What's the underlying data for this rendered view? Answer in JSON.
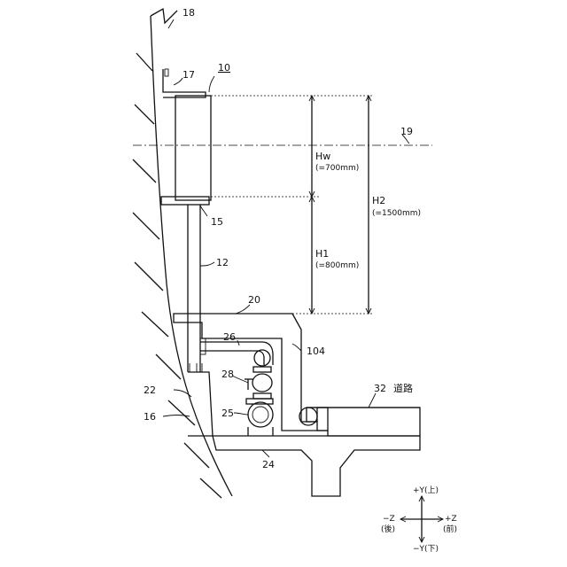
{
  "labels": {
    "device": "10",
    "pipe": "12",
    "tank_bottom": "15",
    "ground": "16",
    "bracket": "17",
    "slope": "18",
    "ref_line": "19",
    "cover": "20",
    "pipe_lower": "22",
    "base": "24",
    "pump": "25",
    "upper_pipe": "26",
    "valve": "28",
    "road_num": "32",
    "road_text": "道路",
    "wall": "104"
  },
  "dimensions": {
    "hw_name": "Hw",
    "hw_value": "(=700mm)",
    "h1_name": "H1",
    "h1_value": "(=800mm)",
    "h2_name": "H2",
    "h2_value": "(=1500mm)"
  },
  "axes": {
    "y_up": "+Y(上)",
    "y_down": "−Y(下)",
    "z_minus": "−Z",
    "z_minus_sub": "(後)",
    "z_plus": "+Z",
    "z_plus_sub": "(前)"
  }
}
